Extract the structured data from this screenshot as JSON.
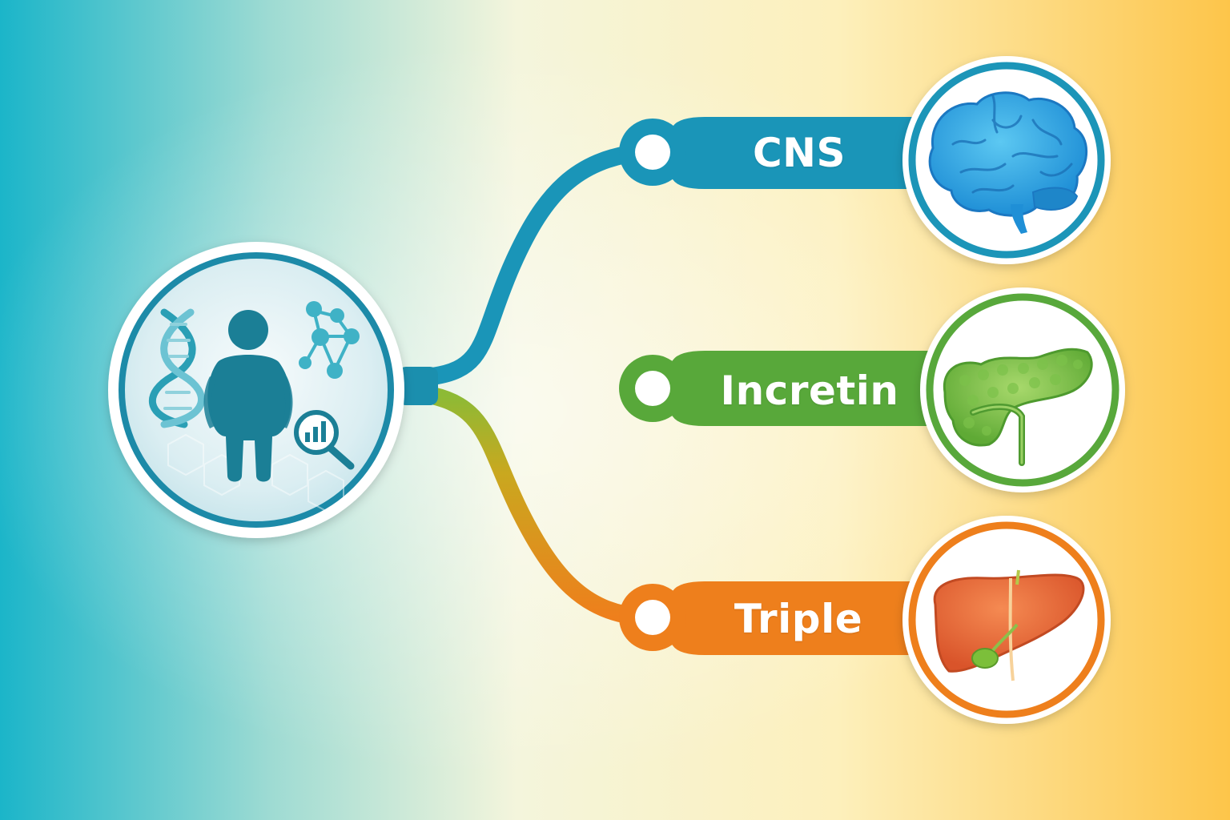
{
  "diagram": {
    "center_node": {
      "icons": [
        "dna-icon",
        "person-with-obesity-icon",
        "molecule-icon",
        "magnifier-chart-icon"
      ]
    },
    "branches": [
      {
        "label": "CNS",
        "icon": "brain-icon",
        "color": "#1a95b8"
      },
      {
        "label": "Incretin",
        "icon": "pancreas-icon",
        "color": "#58a83a"
      },
      {
        "label": "Triple",
        "icon": "liver-icon",
        "color": "#ee7f1c"
      }
    ],
    "colors": {
      "background_left": "#1fb5c8",
      "background_right": "#fdc54a",
      "center_ring": "#1a8aa8"
    }
  }
}
